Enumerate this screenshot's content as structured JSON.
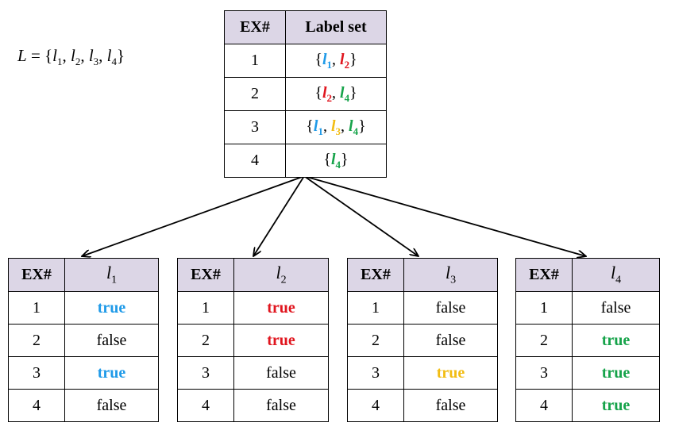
{
  "colors": {
    "l1": "#1f9ae8",
    "l2": "#e0151e",
    "l3": "#f2bd14",
    "l4": "#16a34a",
    "header_bg": "#dcd6e6"
  },
  "formula": {
    "lhs": "L",
    "eq": " = {",
    "items": [
      "l",
      "l",
      "l",
      "l"
    ],
    "subs": [
      "1",
      "2",
      "3",
      "4"
    ],
    "close": "}"
  },
  "main_table": {
    "headers": [
      "EX#",
      "Label set"
    ],
    "rows": [
      {
        "ex": "1",
        "labels": [
          {
            "l": "l",
            "s": "1",
            "c": "l1"
          },
          {
            "l": "l",
            "s": "2",
            "c": "l2"
          }
        ]
      },
      {
        "ex": "2",
        "labels": [
          {
            "l": "l",
            "s": "2",
            "c": "l2"
          },
          {
            "l": "l",
            "s": "4",
            "c": "l4"
          }
        ]
      },
      {
        "ex": "3",
        "labels": [
          {
            "l": "l",
            "s": "1",
            "c": "l1"
          },
          {
            "l": "l",
            "s": "3",
            "c": "l3"
          },
          {
            "l": "l",
            "s": "4",
            "c": "l4"
          }
        ]
      },
      {
        "ex": "4",
        "labels": [
          {
            "l": "l",
            "s": "4",
            "c": "l4"
          }
        ]
      }
    ]
  },
  "sub_tables": [
    {
      "ex_header": "EX#",
      "label": "l",
      "sub": "1",
      "color": "l1",
      "rows": [
        {
          "ex": "1",
          "v": "true"
        },
        {
          "ex": "2",
          "v": "false"
        },
        {
          "ex": "3",
          "v": "true"
        },
        {
          "ex": "4",
          "v": "false"
        }
      ]
    },
    {
      "ex_header": "EX#",
      "label": "l",
      "sub": "2",
      "color": "l2",
      "rows": [
        {
          "ex": "1",
          "v": "true"
        },
        {
          "ex": "2",
          "v": "true"
        },
        {
          "ex": "3",
          "v": "false"
        },
        {
          "ex": "4",
          "v": "false"
        }
      ]
    },
    {
      "ex_header": "EX#",
      "label": "l",
      "sub": "3",
      "color": "l3",
      "rows": [
        {
          "ex": "1",
          "v": "false"
        },
        {
          "ex": "2",
          "v": "false"
        },
        {
          "ex": "3",
          "v": "true"
        },
        {
          "ex": "4",
          "v": "false"
        }
      ]
    },
    {
      "ex_header": "EX#",
      "label": "l",
      "sub": "4",
      "color": "l4",
      "rows": [
        {
          "ex": "1",
          "v": "false"
        },
        {
          "ex": "2",
          "v": "true"
        },
        {
          "ex": "3",
          "v": "true"
        },
        {
          "ex": "4",
          "v": "true"
        }
      ]
    }
  ]
}
